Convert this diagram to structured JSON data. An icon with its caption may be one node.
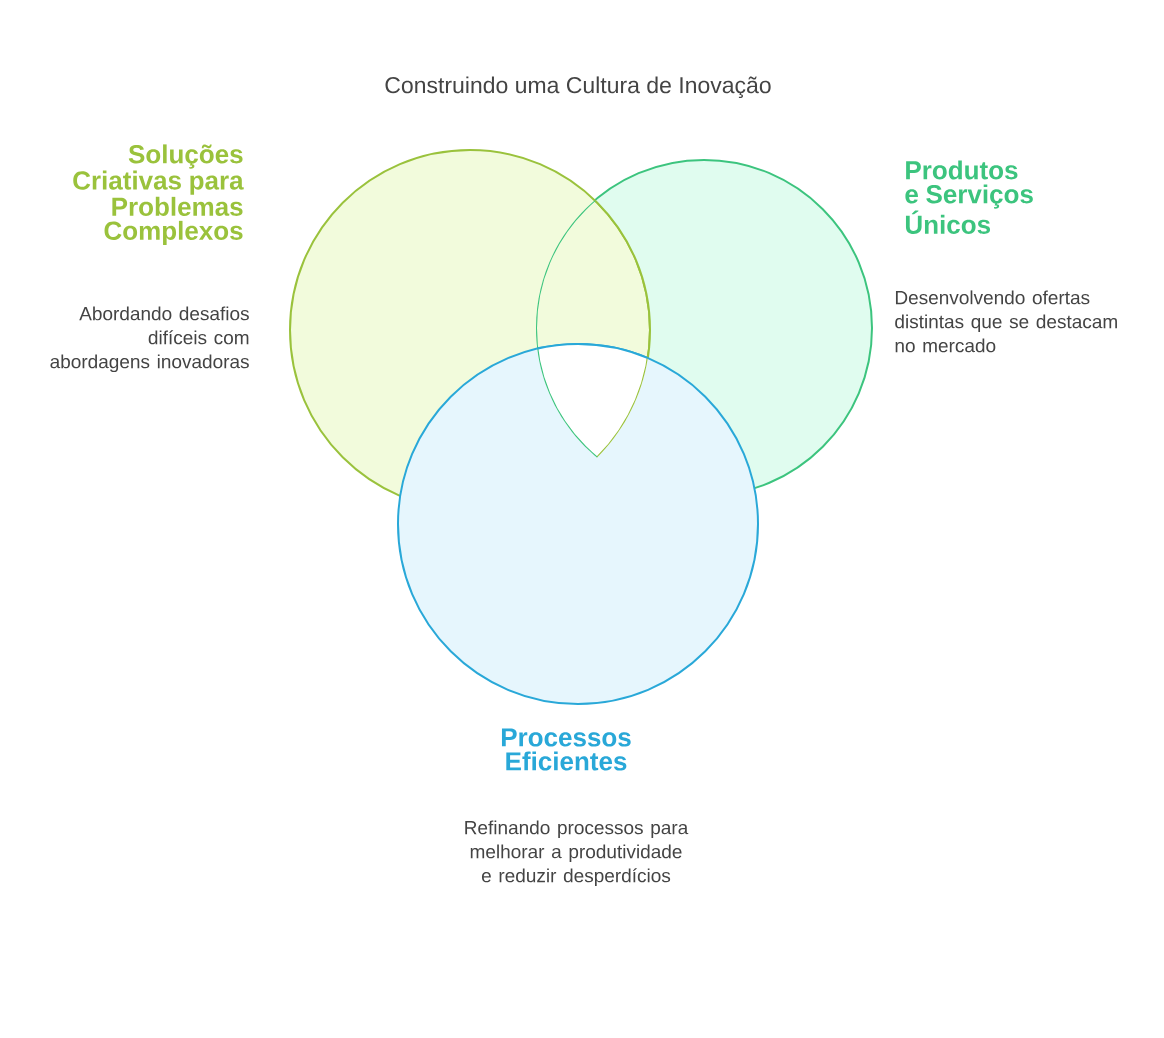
{
  "diagram": {
    "title": "Construindo uma Cultura de Inovação",
    "nodes": [
      {
        "text": [
          "Soluções Criativas para Problemas Complexos",
          "Abordando desafios difíceis com abordagens inovadoras"
        ]
      },
      {
        "text": [
          "Produtos e Serviços Únicos",
          "Desenvolvendo ofertas distintas que se destacam no mercado"
        ]
      },
      {
        "text": [
          "Processos Eficientes",
          "Refinando processos para melhorar a produtividade e reduzir desperdícios"
        ]
      }
    ]
  }
}
